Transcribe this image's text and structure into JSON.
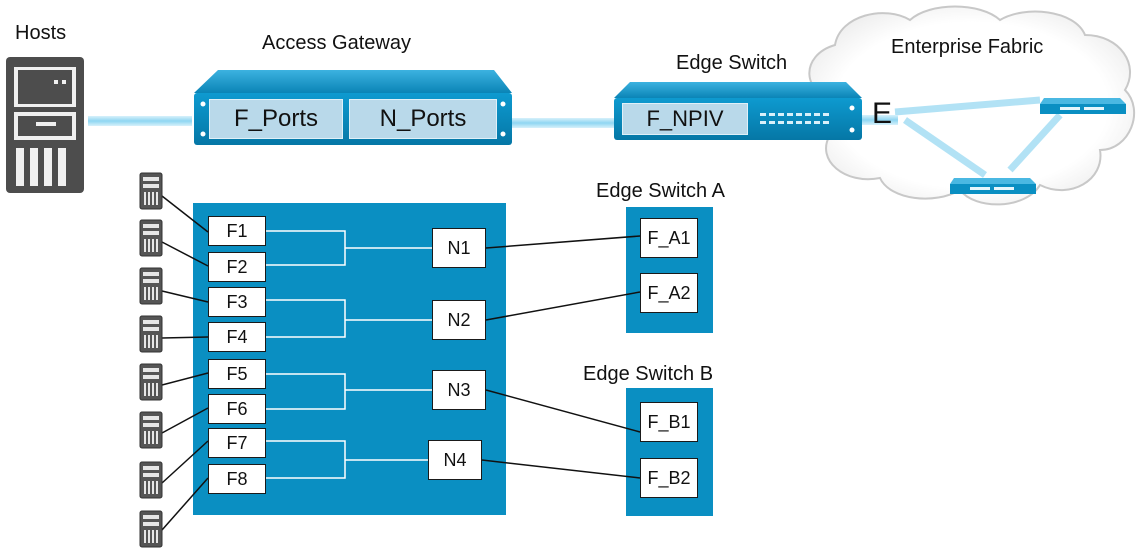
{
  "hosts": {
    "label": "Hosts"
  },
  "access_gateway": {
    "label": "Access Gateway",
    "f_ports_label": "F_Ports",
    "n_ports_label": "N_Ports"
  },
  "edge_switch": {
    "label": "Edge Switch",
    "port_label": "F_NPIV",
    "e_port_label": "E"
  },
  "fabric": {
    "label": "Enterprise Fabric"
  },
  "gateway_detail": {
    "f_ports": [
      "F1",
      "F2",
      "F3",
      "F4",
      "F5",
      "F6",
      "F7",
      "F8"
    ],
    "n_ports": [
      "N1",
      "N2",
      "N3",
      "N4"
    ]
  },
  "edge_switch_a": {
    "label": "Edge Switch A",
    "ports": [
      "F_A1",
      "F_A2"
    ]
  },
  "edge_switch_b": {
    "label": "Edge Switch B",
    "ports": [
      "F_B1",
      "F_B2"
    ]
  },
  "colors": {
    "device_blue": "#0a8fc2",
    "port_light_blue": "#b9d9ea",
    "link_glow": "#8fd6f2",
    "server_gray": "#4d4d4d",
    "cloud_stroke": "#c8c8c8"
  }
}
